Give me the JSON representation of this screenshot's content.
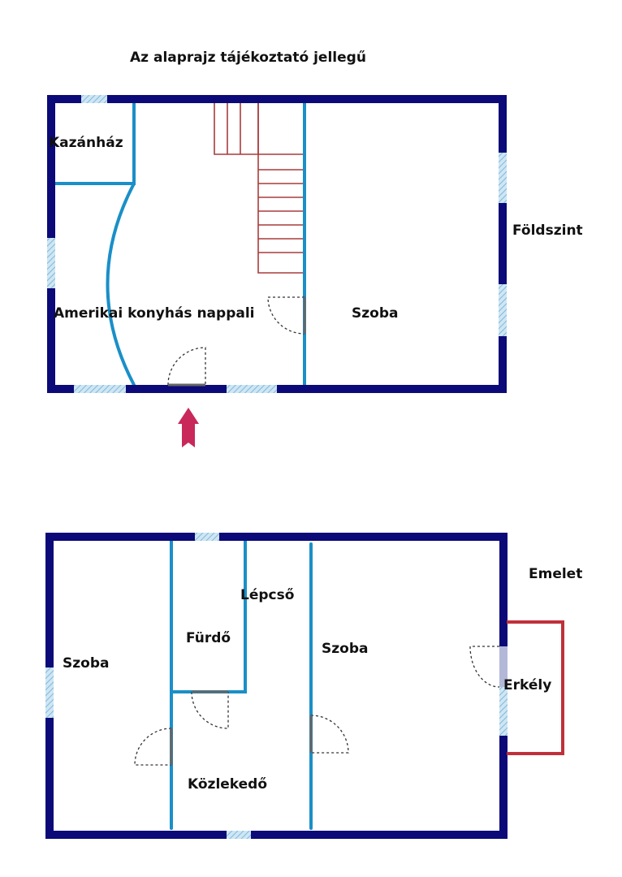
{
  "title": "Az alaprajz tájékoztató jellegű",
  "ground_floor": {
    "label": "Földszint",
    "rooms": {
      "boiler": "Kazánház",
      "living": "Amerikai konyhás nappali",
      "room": "Szoba"
    }
  },
  "upper_floor": {
    "label": "Emelet",
    "rooms": {
      "room_left": "Szoba",
      "bathroom": "Fürdő",
      "stairs": "Lépcső",
      "room_right": "Szoba",
      "balcony": "Erkély",
      "corridor": "Közlekedő"
    }
  },
  "colors": {
    "outer_wall": "#0b0a78",
    "inner_wall": "#1a8fc8",
    "stairs": "#a83c3c",
    "balcony": "#c0303a",
    "window": "#a9d4ea",
    "entrance_arrow": "#c8285a",
    "door_line": "#333333"
  }
}
